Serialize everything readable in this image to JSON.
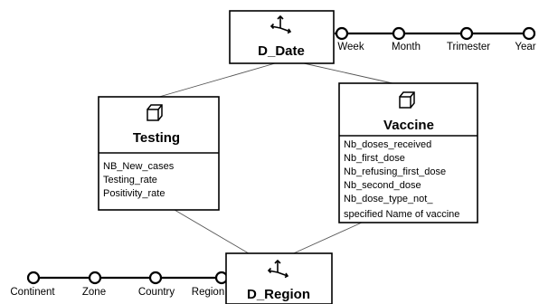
{
  "dimensions": {
    "date": {
      "title": "D_Date",
      "icon": "axes-icon",
      "hierarchy": [
        "Week",
        "Month",
        "Trimester",
        "Year"
      ]
    },
    "region": {
      "title": "D_Region",
      "icon": "axes-icon",
      "hierarchy": [
        "Continent",
        "Zone",
        "Country",
        "Region"
      ]
    }
  },
  "facts": {
    "testing": {
      "title": "Testing",
      "icon": "cube-icon",
      "measures": [
        "NB_New_cases",
        "Testing_rate",
        "Positivity_rate"
      ]
    },
    "vaccine": {
      "title": "Vaccine",
      "icon": "cube-icon",
      "measures": [
        "Nb_doses_received",
        "Nb_first_dose",
        "Nb_refusing_first_dose",
        "Nb_second_dose",
        "Nb_dose_type_not_",
        "specified Name of vaccine"
      ]
    }
  },
  "links": [
    [
      "Testing",
      "D_Date"
    ],
    [
      "Vaccine",
      "D_Date"
    ],
    [
      "Testing",
      "D_Region"
    ],
    [
      "Vaccine",
      "D_Region"
    ]
  ],
  "colors": {
    "line": "#000000",
    "connector": "#555555",
    "box_fill": "#ffffff"
  }
}
